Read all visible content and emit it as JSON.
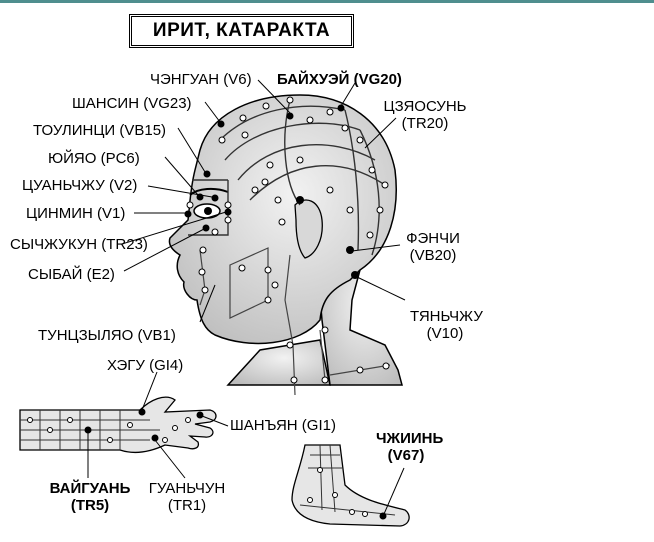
{
  "title": "ИРИТ, КАТАРАКТА",
  "points": {
    "chengguan": "ЧЭНГУАН (V6)",
    "baihuei": "БАЙХУЭЙ (VG20)",
    "shansin": "ШАНСИН (VG23)",
    "tszyasun_1": "ЦЗЯОСУНЬ",
    "tszyasun_2": "(TR20)",
    "toulintsi": "ТОУЛИНЦИ (VB15)",
    "yuyao": "ЮЙЯО (PC6)",
    "tsuanchzhu": "ЦУАНЬЧЖУ (V2)",
    "tsinmin": "ЦИНМИН (V1)",
    "sychzhukun": "СЫЧЖУКУН (TR23)",
    "sybai": "СЫБАЙ (E2)",
    "fenchi_1": "ФЭНЧИ",
    "fenchi_2": "(VB20)",
    "tyanchzhu_1": "ТЯНЬЧЖУ",
    "tyanchzhu_2": "(V10)",
    "tuntszylyao": "ТУНЦЗЫЛЯО (VB1)",
    "hegu": "ХЭГУ (GI4)",
    "shanyan": "ШАНЪЯН (GI1)",
    "chzhiin_1": "ЧЖИИНЬ",
    "chzhiin_2": "(V67)",
    "vaiguan_1": "ВАЙГУАНЬ",
    "vaiguan_2": "(TR5)",
    "guanchun_1": "ГУАНЬЧУН",
    "guanchun_2": "(TR1)"
  },
  "colors": {
    "accent_line": "#4f8e8e",
    "skin": "#e0e0e0",
    "ink": "#000000"
  }
}
